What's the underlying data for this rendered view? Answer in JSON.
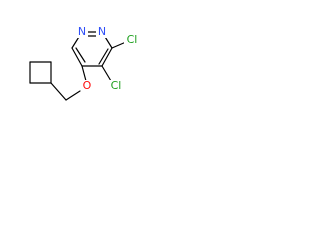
{
  "molecule": {
    "atoms": {
      "nitrogen_1": "N",
      "nitrogen_2": "N",
      "chlorine_top": "Cl",
      "chlorine_bottom": "Cl",
      "oxygen": "O"
    },
    "colors": {
      "nitrogen": "#3050F8",
      "chlorine": "#1FA01F",
      "oxygen": "#FF0D0D",
      "bond": "#000000"
    }
  }
}
